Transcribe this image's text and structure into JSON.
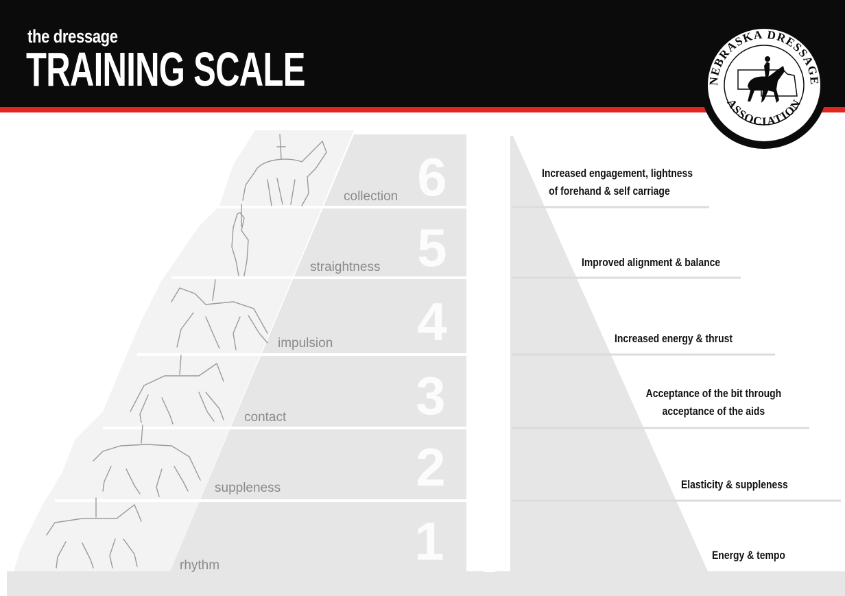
{
  "header": {
    "subtitle": "the dressage",
    "title": "TRAINING SCALE"
  },
  "logo": {
    "top_text": "NEBRASKA DRESSAGE",
    "bottom_text": "ASSOCIATION"
  },
  "levels": [
    {
      "number": "1",
      "label": "rhythm",
      "description": [
        "Energy & tempo"
      ]
    },
    {
      "number": "2",
      "label": "suppleness",
      "description": [
        "Elasticity & suppleness"
      ]
    },
    {
      "number": "3",
      "label": "contact",
      "description": [
        "Acceptance of the bit through",
        "acceptance of the aids"
      ]
    },
    {
      "number": "4",
      "label": "impulsion",
      "description": [
        "Increased energy & thrust"
      ]
    },
    {
      "number": "5",
      "label": "straightness",
      "description": [
        "Improved alignment & balance"
      ]
    },
    {
      "number": "6",
      "label": "collection",
      "description": [
        "Increased engagement, lightness",
        "of forehand & self carriage"
      ]
    }
  ],
  "colors": {
    "header_bg": "#0b0b0b",
    "accent_red": "#e0261f",
    "pyramid_gray": "#e6e6e6",
    "label_gray": "#8a8a8a"
  }
}
